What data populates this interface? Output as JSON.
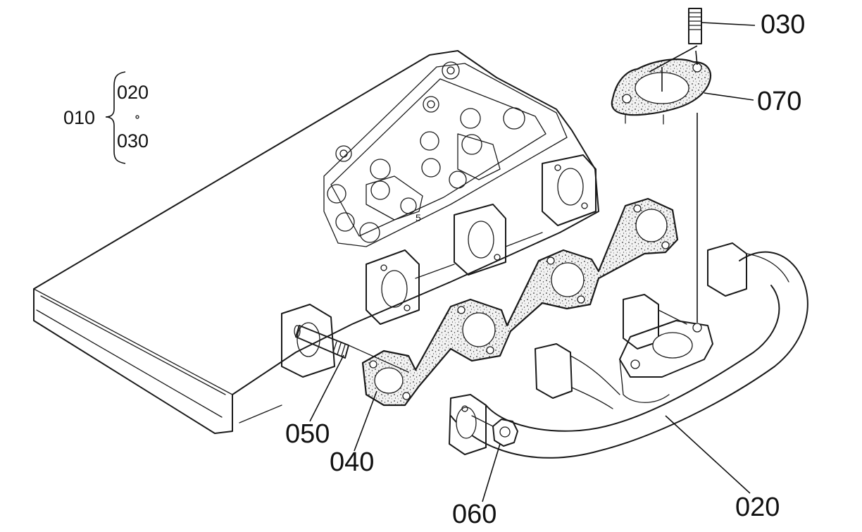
{
  "callouts": {
    "assembly": "010",
    "assembly_sub_1": "020",
    "assembly_sub_2": "030",
    "stud_top": "030",
    "flange_gasket": "070",
    "stud_left": "050",
    "manifold_gasket": "040",
    "nut": "060",
    "manifold": "020",
    "head_mark": "5"
  }
}
